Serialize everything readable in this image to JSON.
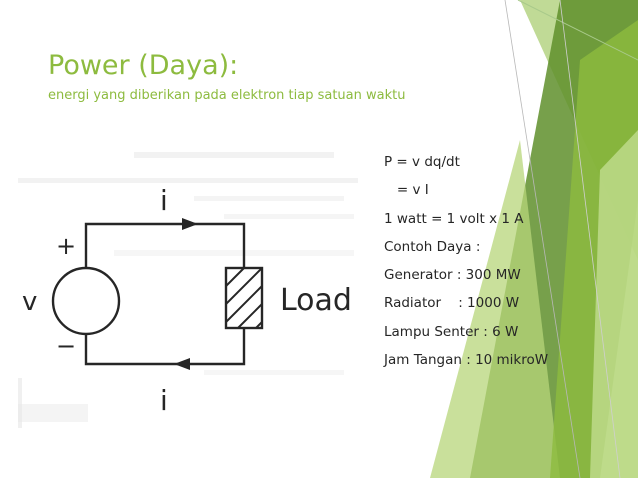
{
  "slide": {
    "title": "Power (Daya):",
    "subtitle": "energi yang diberikan pada elektron tiap satuan waktu",
    "accent_color": "#8dbb3f",
    "accent_dark": "#5f8f2c"
  },
  "content": {
    "lines": [
      "P = v dq/dt",
      "   = v I",
      "1 watt = 1 volt x 1 A",
      "Contoh Daya :",
      "Generator : 300 MW",
      "Radiator    : 1000 W",
      "Lampu Senter : 6 W",
      "Jam Tangan : 10 mikroW"
    ]
  },
  "circuit": {
    "plus": "+",
    "minus": "−",
    "voltage": "v",
    "current_top": "i",
    "current_bottom": "i",
    "load": "Load"
  }
}
